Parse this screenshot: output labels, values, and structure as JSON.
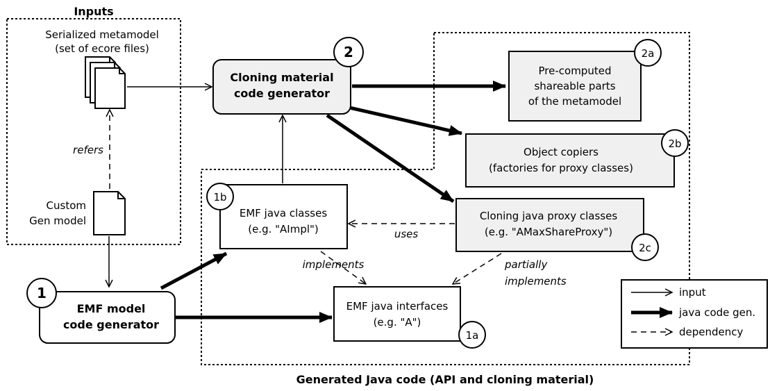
{
  "inputs": {
    "title": "Inputs",
    "metamodel_line1": "Serialized metamodel",
    "metamodel_line2": "(set of ecore files)",
    "refers": "refers",
    "genmodel_line1": "Custom",
    "genmodel_line2": "Gen model"
  },
  "generated": {
    "caption": "Generated Java code (API and cloning material)"
  },
  "nodes": {
    "emf_generator": {
      "badge": "1",
      "line1": "EMF model",
      "line2": "code generator"
    },
    "cloning_generator": {
      "badge": "2",
      "line1": "Cloning material",
      "line2": "code generator"
    },
    "emf_interfaces": {
      "badge": "1a",
      "line1": "EMF java interfaces",
      "line2": "(e.g. \"A\")"
    },
    "emf_classes": {
      "badge": "1b",
      "line1": "EMF java classes",
      "line2": "(e.g. \"AImpl\")"
    },
    "shareable_parts": {
      "badge": "2a",
      "line1": "Pre-computed",
      "line2": "shareable parts",
      "line3": "of the metamodel"
    },
    "object_copiers": {
      "badge": "2b",
      "line1": "Object copiers",
      "line2": "(factories for proxy classes)"
    },
    "proxy_classes": {
      "badge": "2c",
      "line1": "Cloning java proxy classes",
      "line2": "(e.g. \"AMaxShareProxy\")"
    }
  },
  "edge_labels": {
    "uses": "uses",
    "implements": "implements",
    "partially_line1": "partially",
    "partially_line2": "implements"
  },
  "legend": {
    "input": "input",
    "codegen": "java code gen.",
    "dependency": "dependency"
  }
}
